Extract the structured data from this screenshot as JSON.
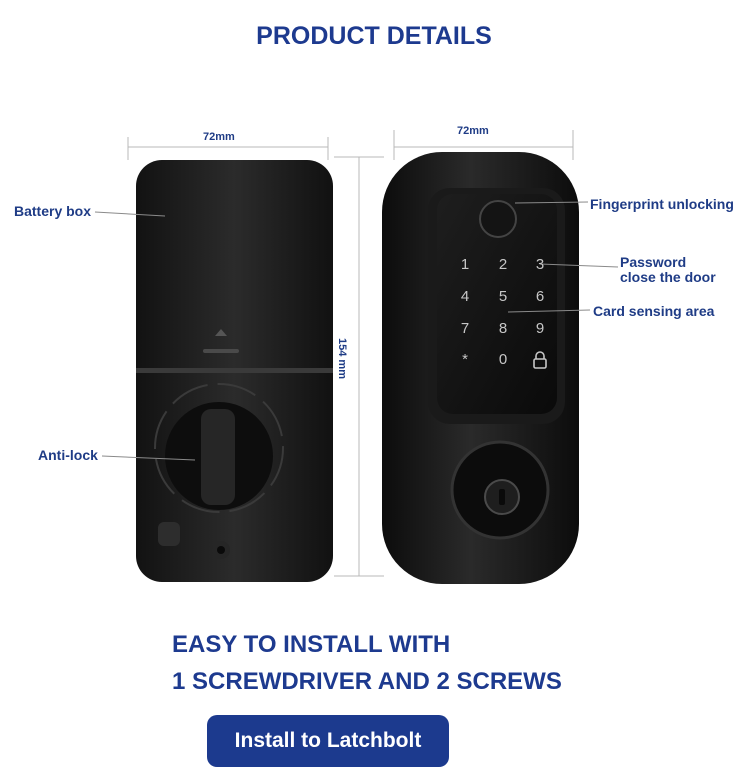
{
  "header": {
    "title": "PRODUCT DETAILS"
  },
  "dimensions": {
    "width_back": "72mm",
    "width_front": "72mm",
    "height": "154 mm"
  },
  "callouts": {
    "battery_box": "Battery box",
    "anti_lock": "Anti-lock",
    "fingerprint": "Fingerprint unlocking",
    "password_line1": "Password",
    "password_line2": "close the door",
    "card_area": "Card sensing area"
  },
  "keypad": {
    "keys": [
      "1",
      "2",
      "3",
      "4",
      "5",
      "6",
      "7",
      "8",
      "9",
      "*",
      "0",
      "lock-icon"
    ]
  },
  "footer": {
    "line1": "EASY TO INSTALL WITH",
    "line2": "1 SCREWDRIVER AND 2 SCREWS",
    "button_label": "Install to Latchbolt"
  },
  "colors": {
    "brand": "#1c3a8e",
    "product": "#1c1c1c"
  }
}
